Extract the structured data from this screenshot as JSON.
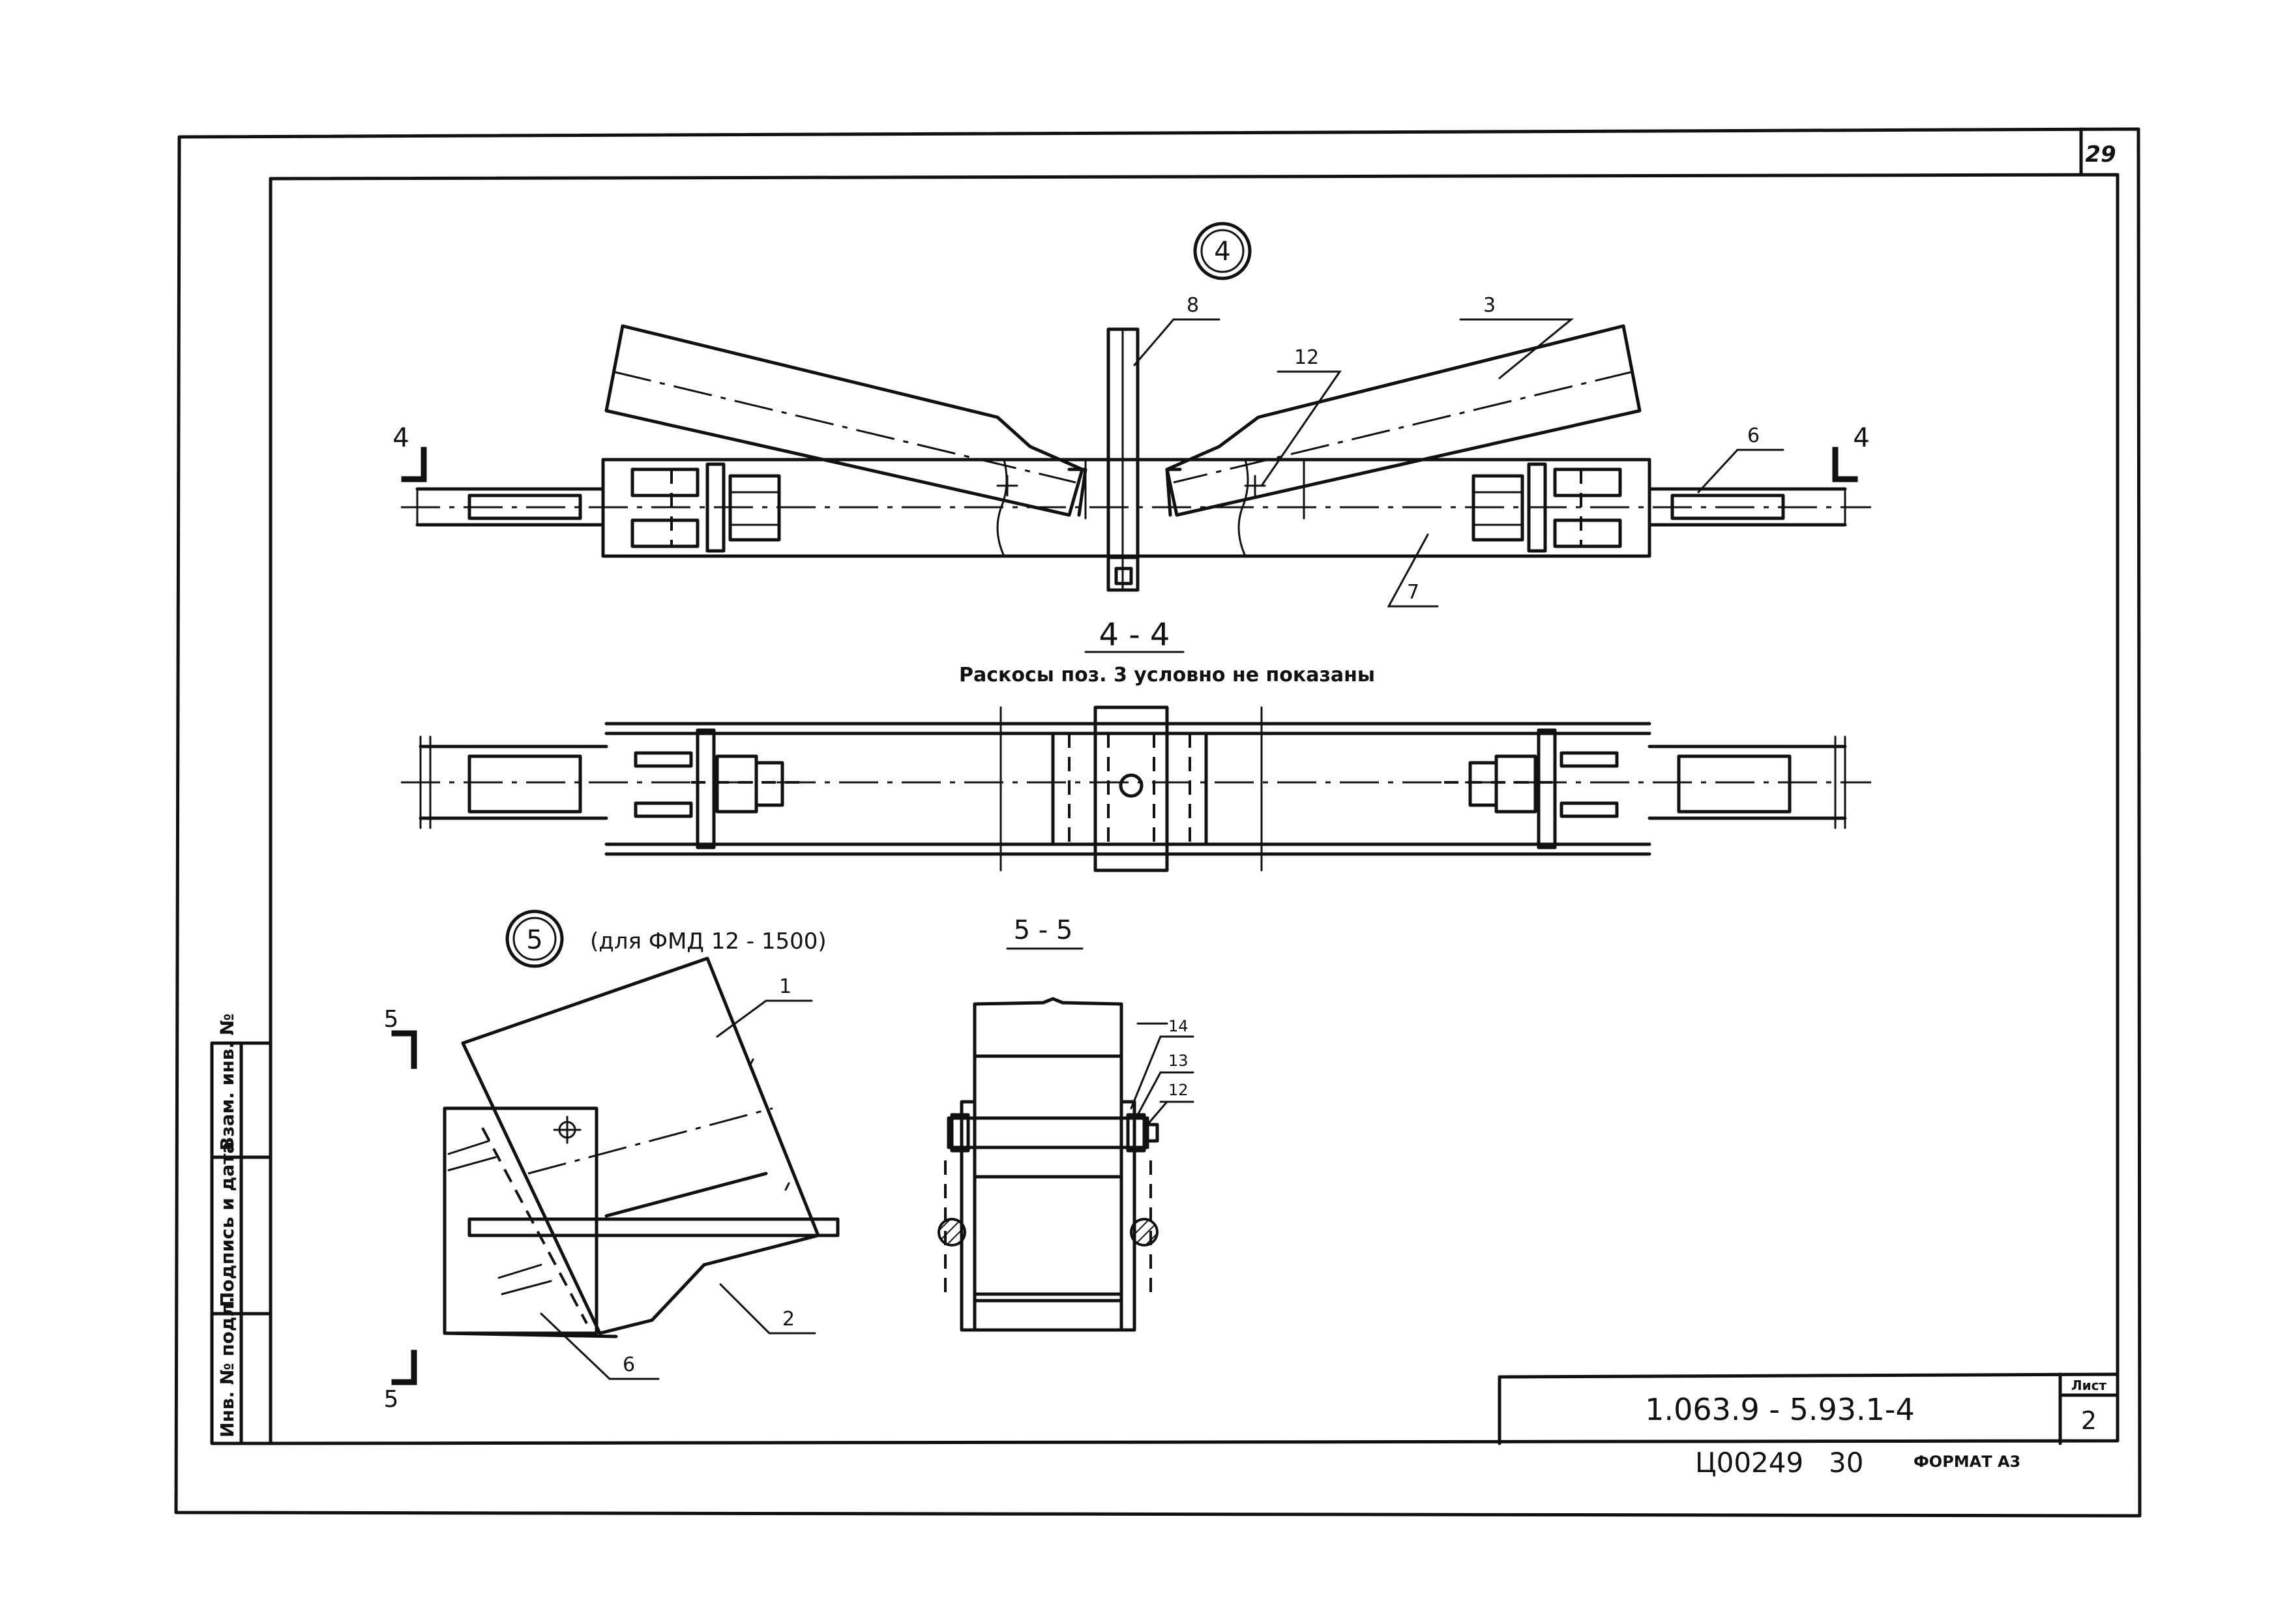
{
  "sheet": {
    "page_number": "29",
    "document_code": "1.063.9 - 5.93.1-4",
    "sheet_label": "Лист",
    "sheet_number": "2",
    "inventory_number": "Ц00249",
    "copy_number": "30",
    "format": "ФОРМАТ А3"
  },
  "stamp_columns": [
    "Инв. № подл.",
    "Подпись и дата",
    "Взам. инв. №"
  ],
  "node4": {
    "number": "4",
    "callouts": [
      "8",
      "3",
      "12",
      "6",
      "7"
    ],
    "section_marks": [
      "4",
      "4"
    ]
  },
  "section44": {
    "title": "4 - 4",
    "note": "Раскосы поз. 3 условно не показаны"
  },
  "node5": {
    "number": "5",
    "qualifier": "(для ФМД 12 - 1500)",
    "callouts": [
      "1",
      "2",
      "6"
    ],
    "section_marks": [
      "5",
      "5"
    ]
  },
  "section55": {
    "title": "5 - 5",
    "callouts": [
      "14",
      "13",
      "12"
    ]
  }
}
